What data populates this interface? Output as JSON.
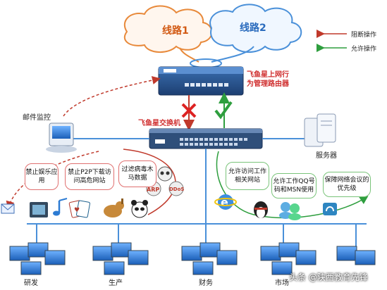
{
  "clouds": {
    "line1": "线路1",
    "line2": "线路2"
  },
  "legend": {
    "block": "阻断操作",
    "allow": "允许操作",
    "block_color": "#c0392b",
    "allow_color": "#2e9e3e"
  },
  "router": {
    "label_line1": "飞鱼星上网行",
    "label_line2": "为管理路由器"
  },
  "switch": {
    "label": "飞鱼星交换机"
  },
  "left_panel": {
    "mail_monitor": "邮件监控",
    "bubbles": [
      {
        "text": "禁止娱乐应用"
      },
      {
        "text": "禁止P2P下载访问高危网站"
      },
      {
        "text": "过滤病毒木马数据"
      }
    ],
    "badges": {
      "arp": "ARP",
      "ddos": "DDoS"
    }
  },
  "right_panel": {
    "server": "服务器",
    "bubbles": [
      {
        "text": "允许访问工作相关网站"
      },
      {
        "text": "允许工作QQ号码和MSN使用"
      },
      {
        "text": "保障网络会议的优先级"
      }
    ]
  },
  "departments": [
    "研发",
    "生产",
    "财务",
    "市场"
  ],
  "watermark": "头条 @陕西教育先锋"
}
